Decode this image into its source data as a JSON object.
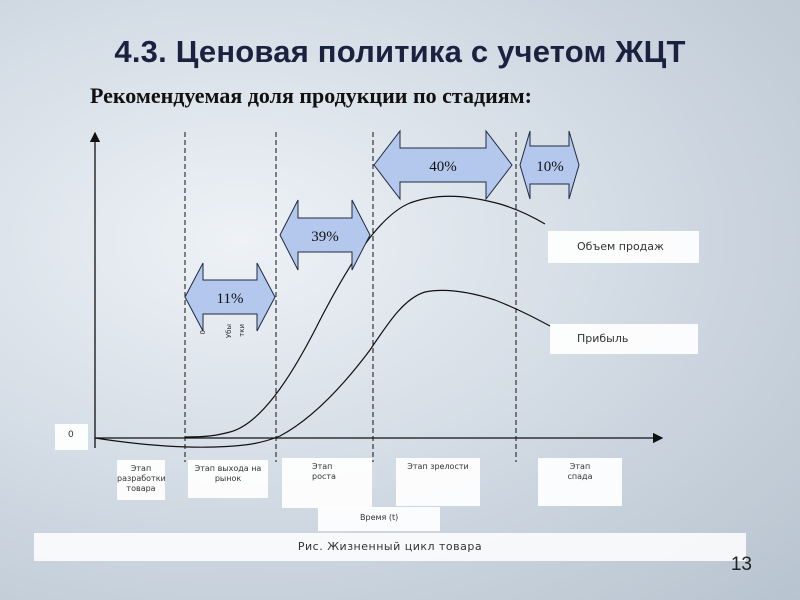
{
  "slide": {
    "title": "4.3. Ценовая политика с учетом ЖЦТ",
    "subtitle": "Рекомендуемая доля продукции по стадиям:",
    "page_number": "13"
  },
  "diagram": {
    "zero_label": "0",
    "loss_label": "0",
    "loss_text_1": "Убы",
    "loss_text_2": "тки",
    "sales_label": "Объем продаж",
    "profit_label": "Прибыль",
    "time_label": "Время (t)",
    "caption": "Рис. Жизненный цикл товара",
    "arrows": [
      {
        "value": "11%"
      },
      {
        "value": "39%"
      },
      {
        "value": "40%"
      },
      {
        "value": "10%"
      }
    ],
    "stages": [
      {
        "line1": "Этап",
        "line2": "разработки",
        "line3": "товара"
      },
      {
        "line1": "Этап выхода на",
        "line2": "рынок",
        "line3": ""
      },
      {
        "line1": "Этап",
        "line2": "роста",
        "line3": ""
      },
      {
        "line1": "Этап зрелости",
        "line2": "",
        "line3": ""
      },
      {
        "line1": "Этап",
        "line2": "спада",
        "line3": ""
      }
    ],
    "colors": {
      "arrow_fill": "#b4c8ee",
      "arrow_stroke": "#1f2a40",
      "line": "#111111"
    }
  }
}
